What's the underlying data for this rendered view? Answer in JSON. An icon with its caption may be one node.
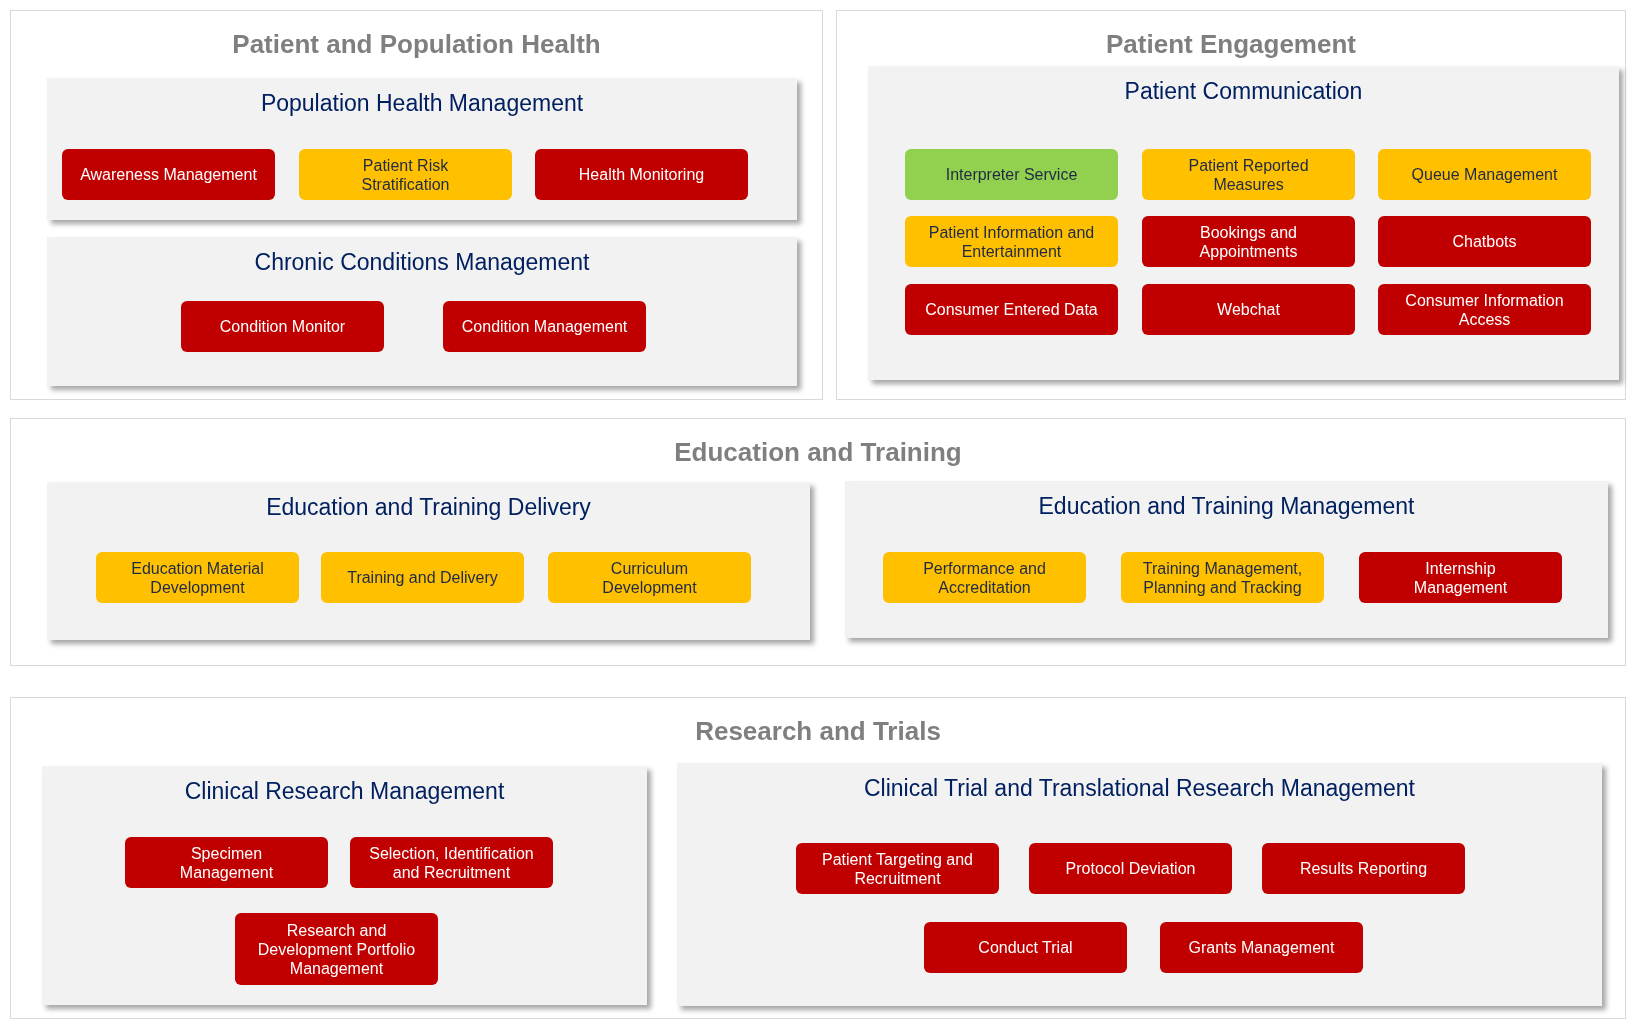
{
  "diagram": {
    "nodes": [
      {
        "text": [
          "Patient and Population Health"
        ]
      },
      {
        "text": [
          "Population Health Management"
        ],
        "in": 0
      },
      {
        "text": [
          "Awareness Management"
        ],
        "in": 1
      },
      {
        "text": [
          "Patient Risk Stratification"
        ],
        "in": 1
      },
      {
        "text": [
          "Health Monitoring"
        ],
        "in": 1
      },
      {
        "text": [
          "Chronic Conditions Management"
        ],
        "in": 0
      },
      {
        "text": [
          "Condition Monitor"
        ],
        "in": 5
      },
      {
        "text": [
          "Condition Management"
        ],
        "in": 5
      },
      {
        "text": [
          "Patient Engagement"
        ]
      },
      {
        "text": [
          "Patient Communication"
        ],
        "in": 8
      },
      {
        "text": [
          "Interpreter Service"
        ],
        "in": 9
      },
      {
        "text": [
          "Patient Reported Measures"
        ],
        "in": 9
      },
      {
        "text": [
          "Queue Management"
        ],
        "in": 9
      },
      {
        "text": [
          "Patient Information and Entertainment"
        ],
        "in": 9
      },
      {
        "text": [
          "Bookings and Appointments"
        ],
        "in": 9
      },
      {
        "text": [
          "Chatbots"
        ],
        "in": 9
      },
      {
        "text": [
          "Consumer Entered Data"
        ],
        "in": 9
      },
      {
        "text": [
          "Webchat"
        ],
        "in": 9
      },
      {
        "text": [
          "Consumer Information Access"
        ],
        "in": 9
      },
      {
        "text": [
          "Education and Training"
        ]
      },
      {
        "text": [
          "Education and Training Delivery"
        ],
        "in": 19
      },
      {
        "text": [
          "Education Material Development"
        ],
        "in": 20
      },
      {
        "text": [
          "Training and Delivery"
        ],
        "in": 20
      },
      {
        "text": [
          "Curriculum Development"
        ],
        "in": 20
      },
      {
        "text": [
          "Education and Training Management"
        ],
        "in": 19
      },
      {
        "text": [
          "Performance and Accreditation"
        ],
        "in": 24
      },
      {
        "text": [
          "Training Management, Planning and Tracking"
        ],
        "in": 24
      },
      {
        "text": [
          "Internship Management"
        ],
        "in": 24
      },
      {
        "text": [
          "Research and Trials"
        ]
      },
      {
        "text": [
          "Clinical Research Management"
        ],
        "in": 28
      },
      {
        "text": [
          "Specimen Management"
        ],
        "in": 29
      },
      {
        "text": [
          "Selection, Identification and Recruitment"
        ],
        "in": 29
      },
      {
        "text": [
          "Research and Development Portfolio Management"
        ],
        "in": 29
      },
      {
        "text": [
          "Clinical Trial and Translational Research Management"
        ],
        "in": 28
      },
      {
        "text": [
          "Patient Targeting and Recruitment"
        ],
        "in": 33
      },
      {
        "text": [
          "Protocol Deviation"
        ],
        "in": 33
      },
      {
        "text": [
          "Results Reporting"
        ],
        "in": 33
      },
      {
        "text": [
          "Conduct Trial"
        ],
        "in": 33
      },
      {
        "text": [
          "Grants Management"
        ],
        "in": 33
      }
    ]
  }
}
